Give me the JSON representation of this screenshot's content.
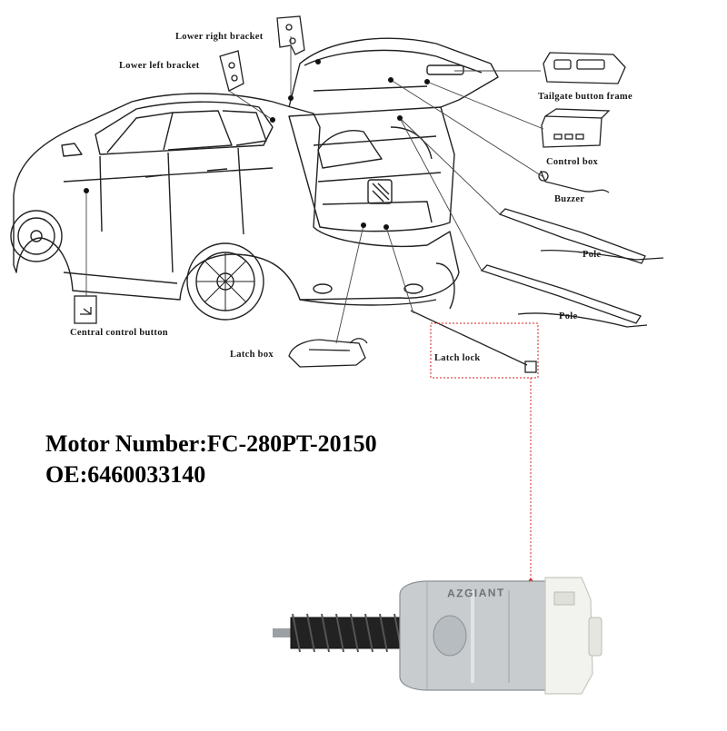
{
  "diagram": {
    "labels": {
      "lower_right_bracket": "Lower right bracket",
      "lower_left_bracket": "Lower left bracket",
      "tailgate_button_frame": "Tailgate button frame",
      "control_box": "Control box",
      "buzzer": "Buzzer",
      "pole_1": "Pole",
      "pole_2": "Pole",
      "central_control_button": "Central control button",
      "latch_box": "Latch box",
      "latch_lock": "Latch lock"
    }
  },
  "spec": {
    "motor_number": "Motor Number:FC-280PT-20150",
    "oe": "OE:6460033140"
  },
  "product": {
    "brand": "AZGIANT"
  },
  "colors": {
    "line": "#222222",
    "callout": "#d42020",
    "motor_body": "#c9cccf",
    "motor_cap": "#f2f2ee",
    "gear": "#222222"
  }
}
